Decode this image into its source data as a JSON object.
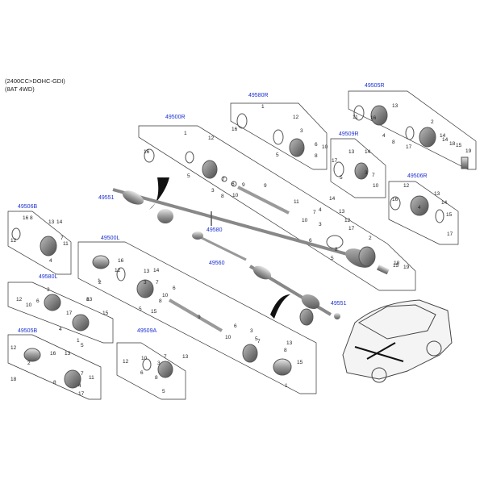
{
  "header": {
    "line1": "(2400CC>DOHC-GDI)",
    "line2": "(8AT 4WD)"
  },
  "panels": {
    "p49500R": {
      "code": "49500R",
      "nums": [
        "1",
        "12",
        "16",
        "5",
        "3",
        "7",
        "10",
        "8",
        "6",
        "9"
      ]
    },
    "p49580R": {
      "code": "49580R",
      "nums": [
        "1",
        "12",
        "16",
        "5",
        "3",
        "6",
        "10",
        "8"
      ]
    },
    "p49505R": {
      "code": "49505R",
      "nums": [
        "11",
        "16",
        "4",
        "13",
        "14",
        "8",
        "17",
        "2",
        "14",
        "18",
        "15",
        "19"
      ]
    },
    "p49509R": {
      "code": "49509R",
      "nums": [
        "13",
        "14",
        "17",
        "5",
        "3",
        "7",
        "10"
      ]
    },
    "p49506R": {
      "code": "49506R",
      "nums": [
        "16",
        "12",
        "13",
        "4",
        "14",
        "15",
        "17"
      ]
    },
    "p49506B": {
      "code": "49506B",
      "nums": [
        "16",
        "12",
        "8",
        "4",
        "13",
        "14",
        "7",
        "11"
      ]
    },
    "p49500L": {
      "code": "49500L",
      "nums": [
        "1",
        "16",
        "14",
        "12",
        "5",
        "3",
        "7",
        "10",
        "8",
        "6",
        "9",
        "2",
        "15",
        "13"
      ]
    },
    "p49580L": {
      "code": "49580L",
      "nums": [
        "12",
        "10",
        "6",
        "5",
        "3",
        "4",
        "17",
        "13",
        "8",
        "15",
        "1"
      ]
    },
    "p49505B": {
      "code": "49505B",
      "nums": [
        "12",
        "18",
        "2",
        "16",
        "13",
        "8",
        "4",
        "17",
        "7",
        "11"
      ]
    },
    "p49509A": {
      "code": "49509A",
      "nums": [
        "12",
        "10",
        "6",
        "3",
        "7",
        "13",
        "8",
        "5"
      ]
    },
    "bottom": {
      "nums": [
        "6",
        "10",
        "3",
        "7",
        "13",
        "8",
        "15",
        "1",
        "5"
      ]
    }
  },
  "callouts": {
    "c49551a": "49551",
    "c49580": "49580",
    "c49560": "49560",
    "c49551b": "49551"
  },
  "main": {
    "nums": [
      "9",
      "11",
      "4",
      "13",
      "6",
      "5",
      "3",
      "17",
      "2",
      "8",
      "18",
      "15",
      "19",
      "12",
      "7",
      "14",
      "10"
    ]
  },
  "colors": {
    "code": "#1a2fd0",
    "line": "#333333",
    "part": "#8c8c8c"
  }
}
